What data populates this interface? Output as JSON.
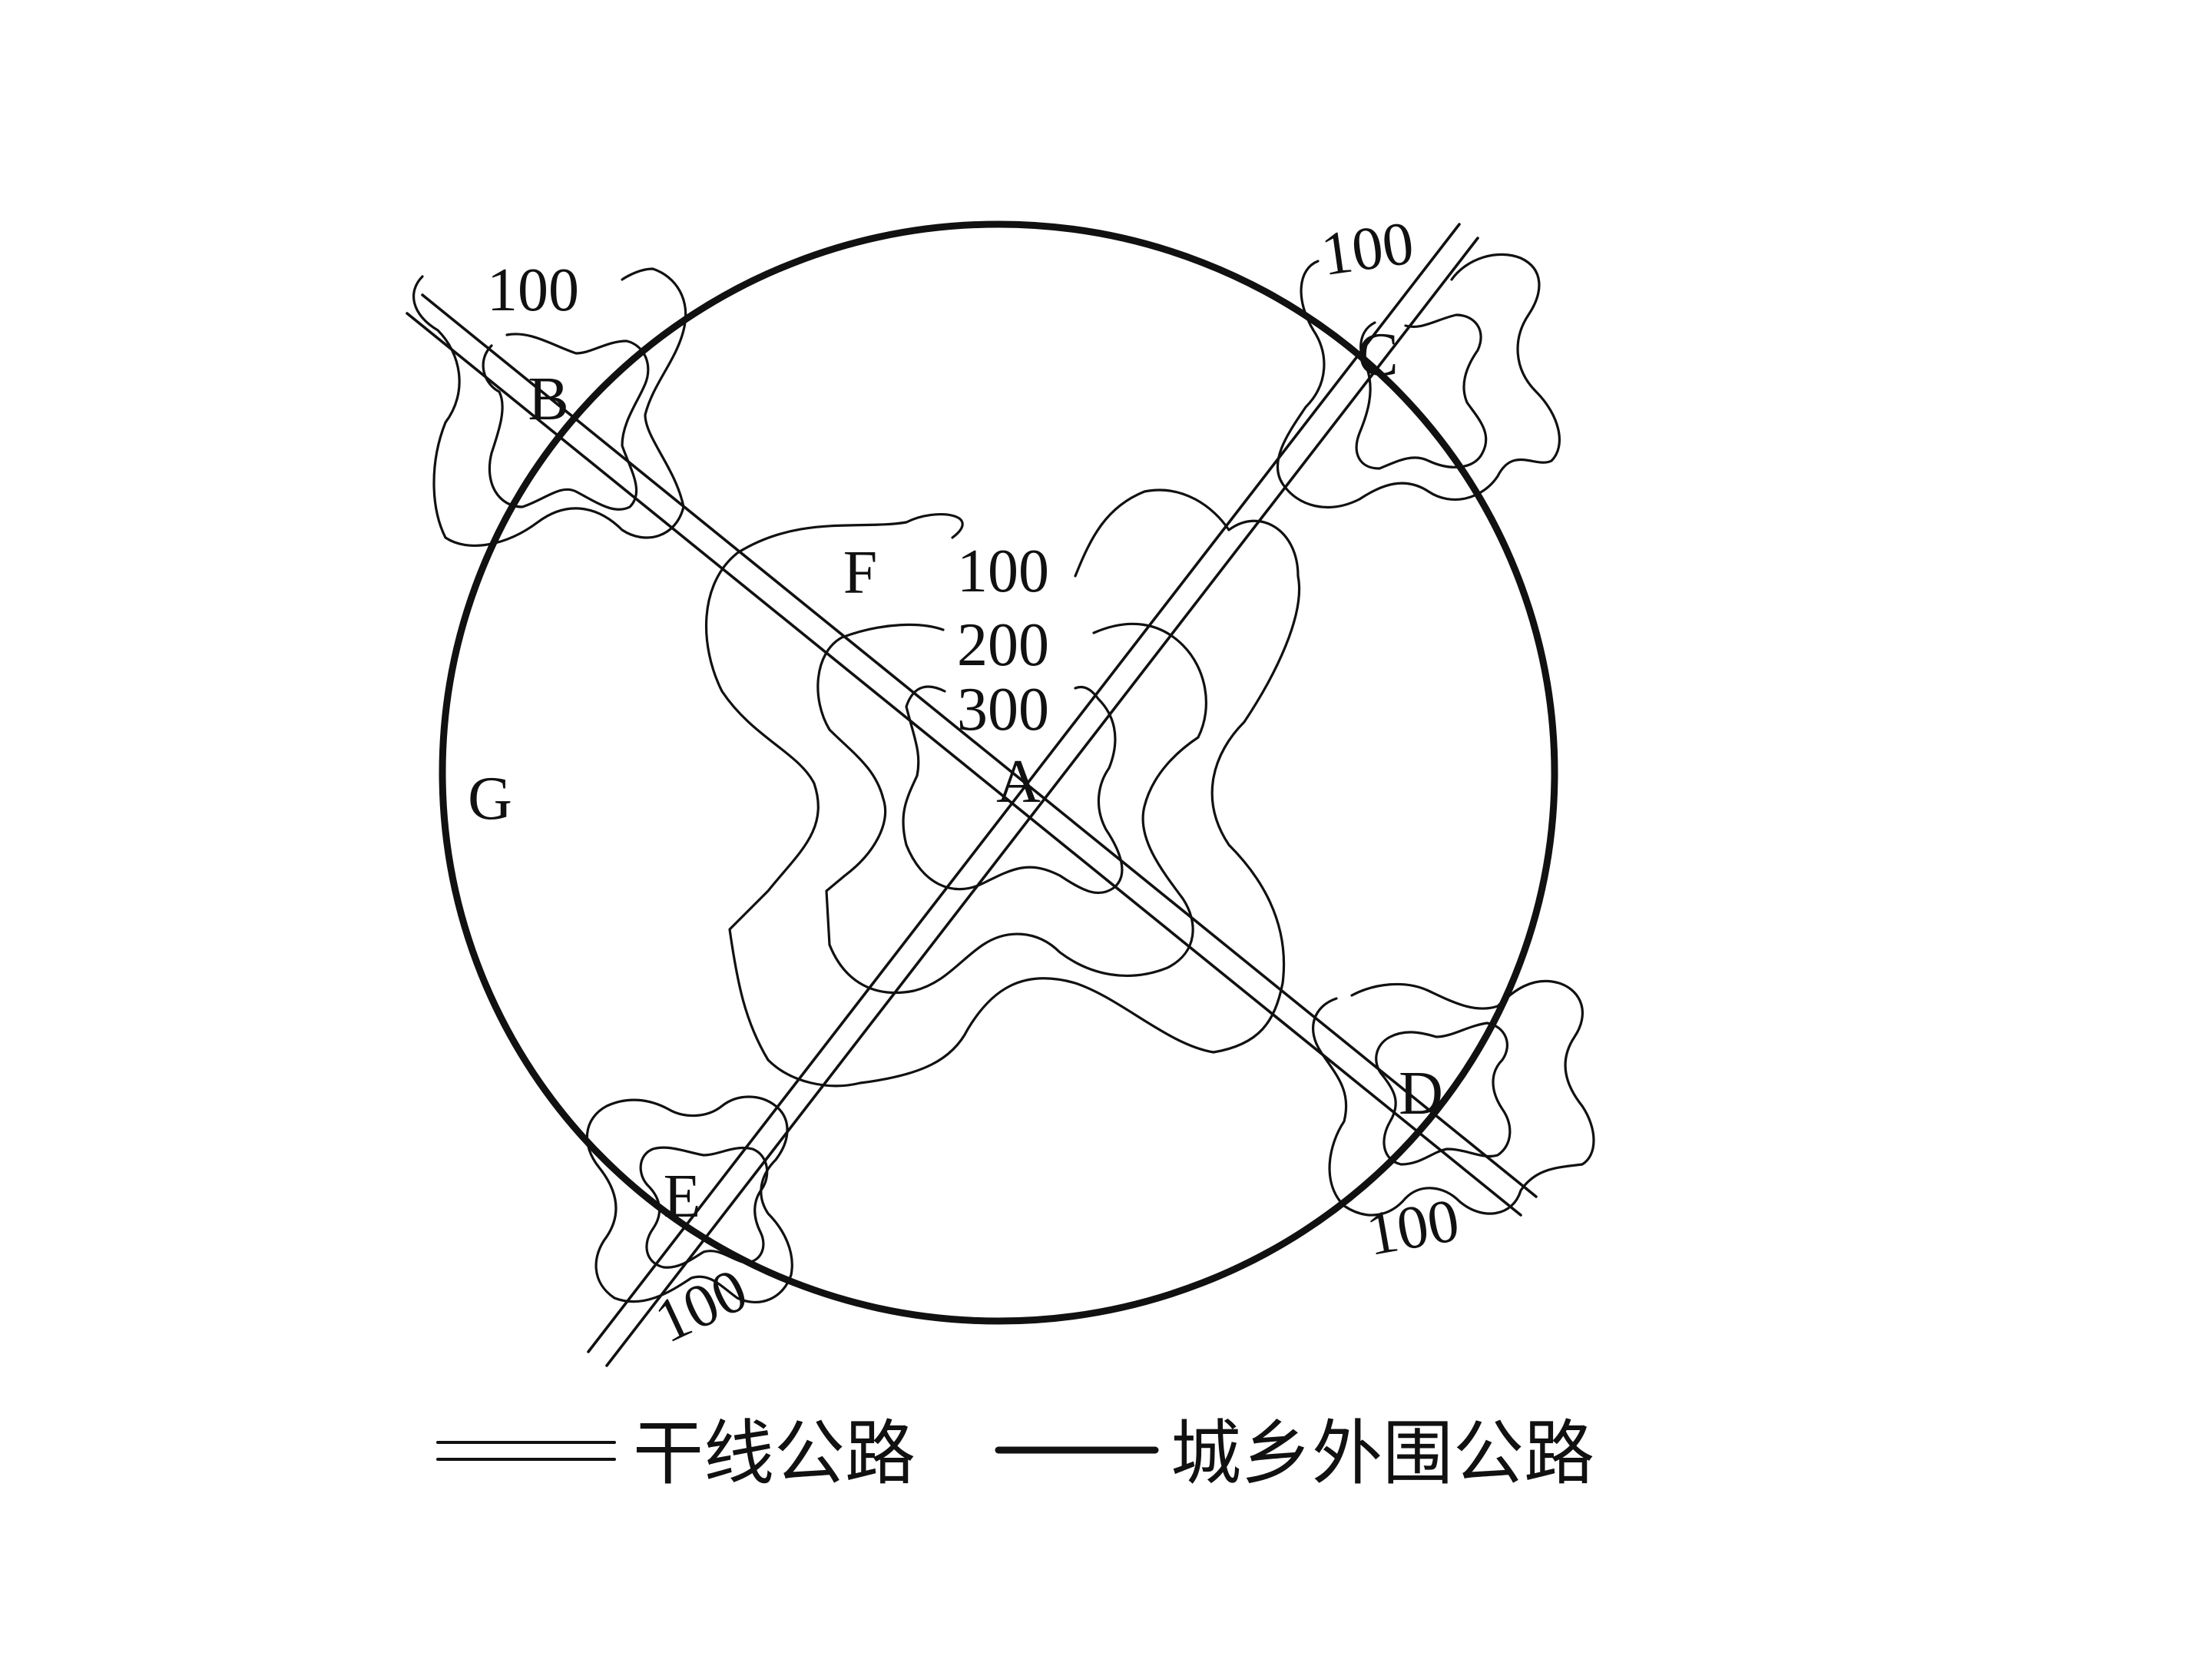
{
  "map": {
    "points": {
      "A": "A",
      "B": "B",
      "C": "C",
      "D": "D",
      "E": "E",
      "F": "F",
      "G": "G"
    },
    "contours": {
      "center_100": "100",
      "center_200": "200",
      "center_300": "300",
      "B_100": "100",
      "C_100": "100",
      "D_100": "100",
      "E_100": "100"
    }
  },
  "legend": {
    "trunk_road": "干线公路",
    "ring_road": "城乡外围公路"
  },
  "colors": {
    "ink": "#111111",
    "background": "#ffffff"
  }
}
